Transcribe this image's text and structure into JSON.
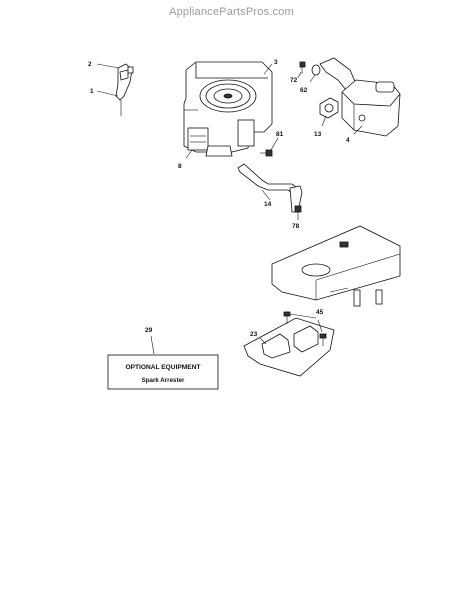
{
  "watermark": "AppliancePartsPros.com",
  "callouts": {
    "c1": "1",
    "c2": "2",
    "c3": "3",
    "c4": "4",
    "c13": "13",
    "c14": "14",
    "c23": "23",
    "c29": "29",
    "c45": "45",
    "c62": "62",
    "c72": "72",
    "c78": "78",
    "c81": "81",
    "c8": "8"
  },
  "optional_box": {
    "title": "OPTIONAL EQUIPMENT",
    "subtitle": "Spark Arrester"
  }
}
